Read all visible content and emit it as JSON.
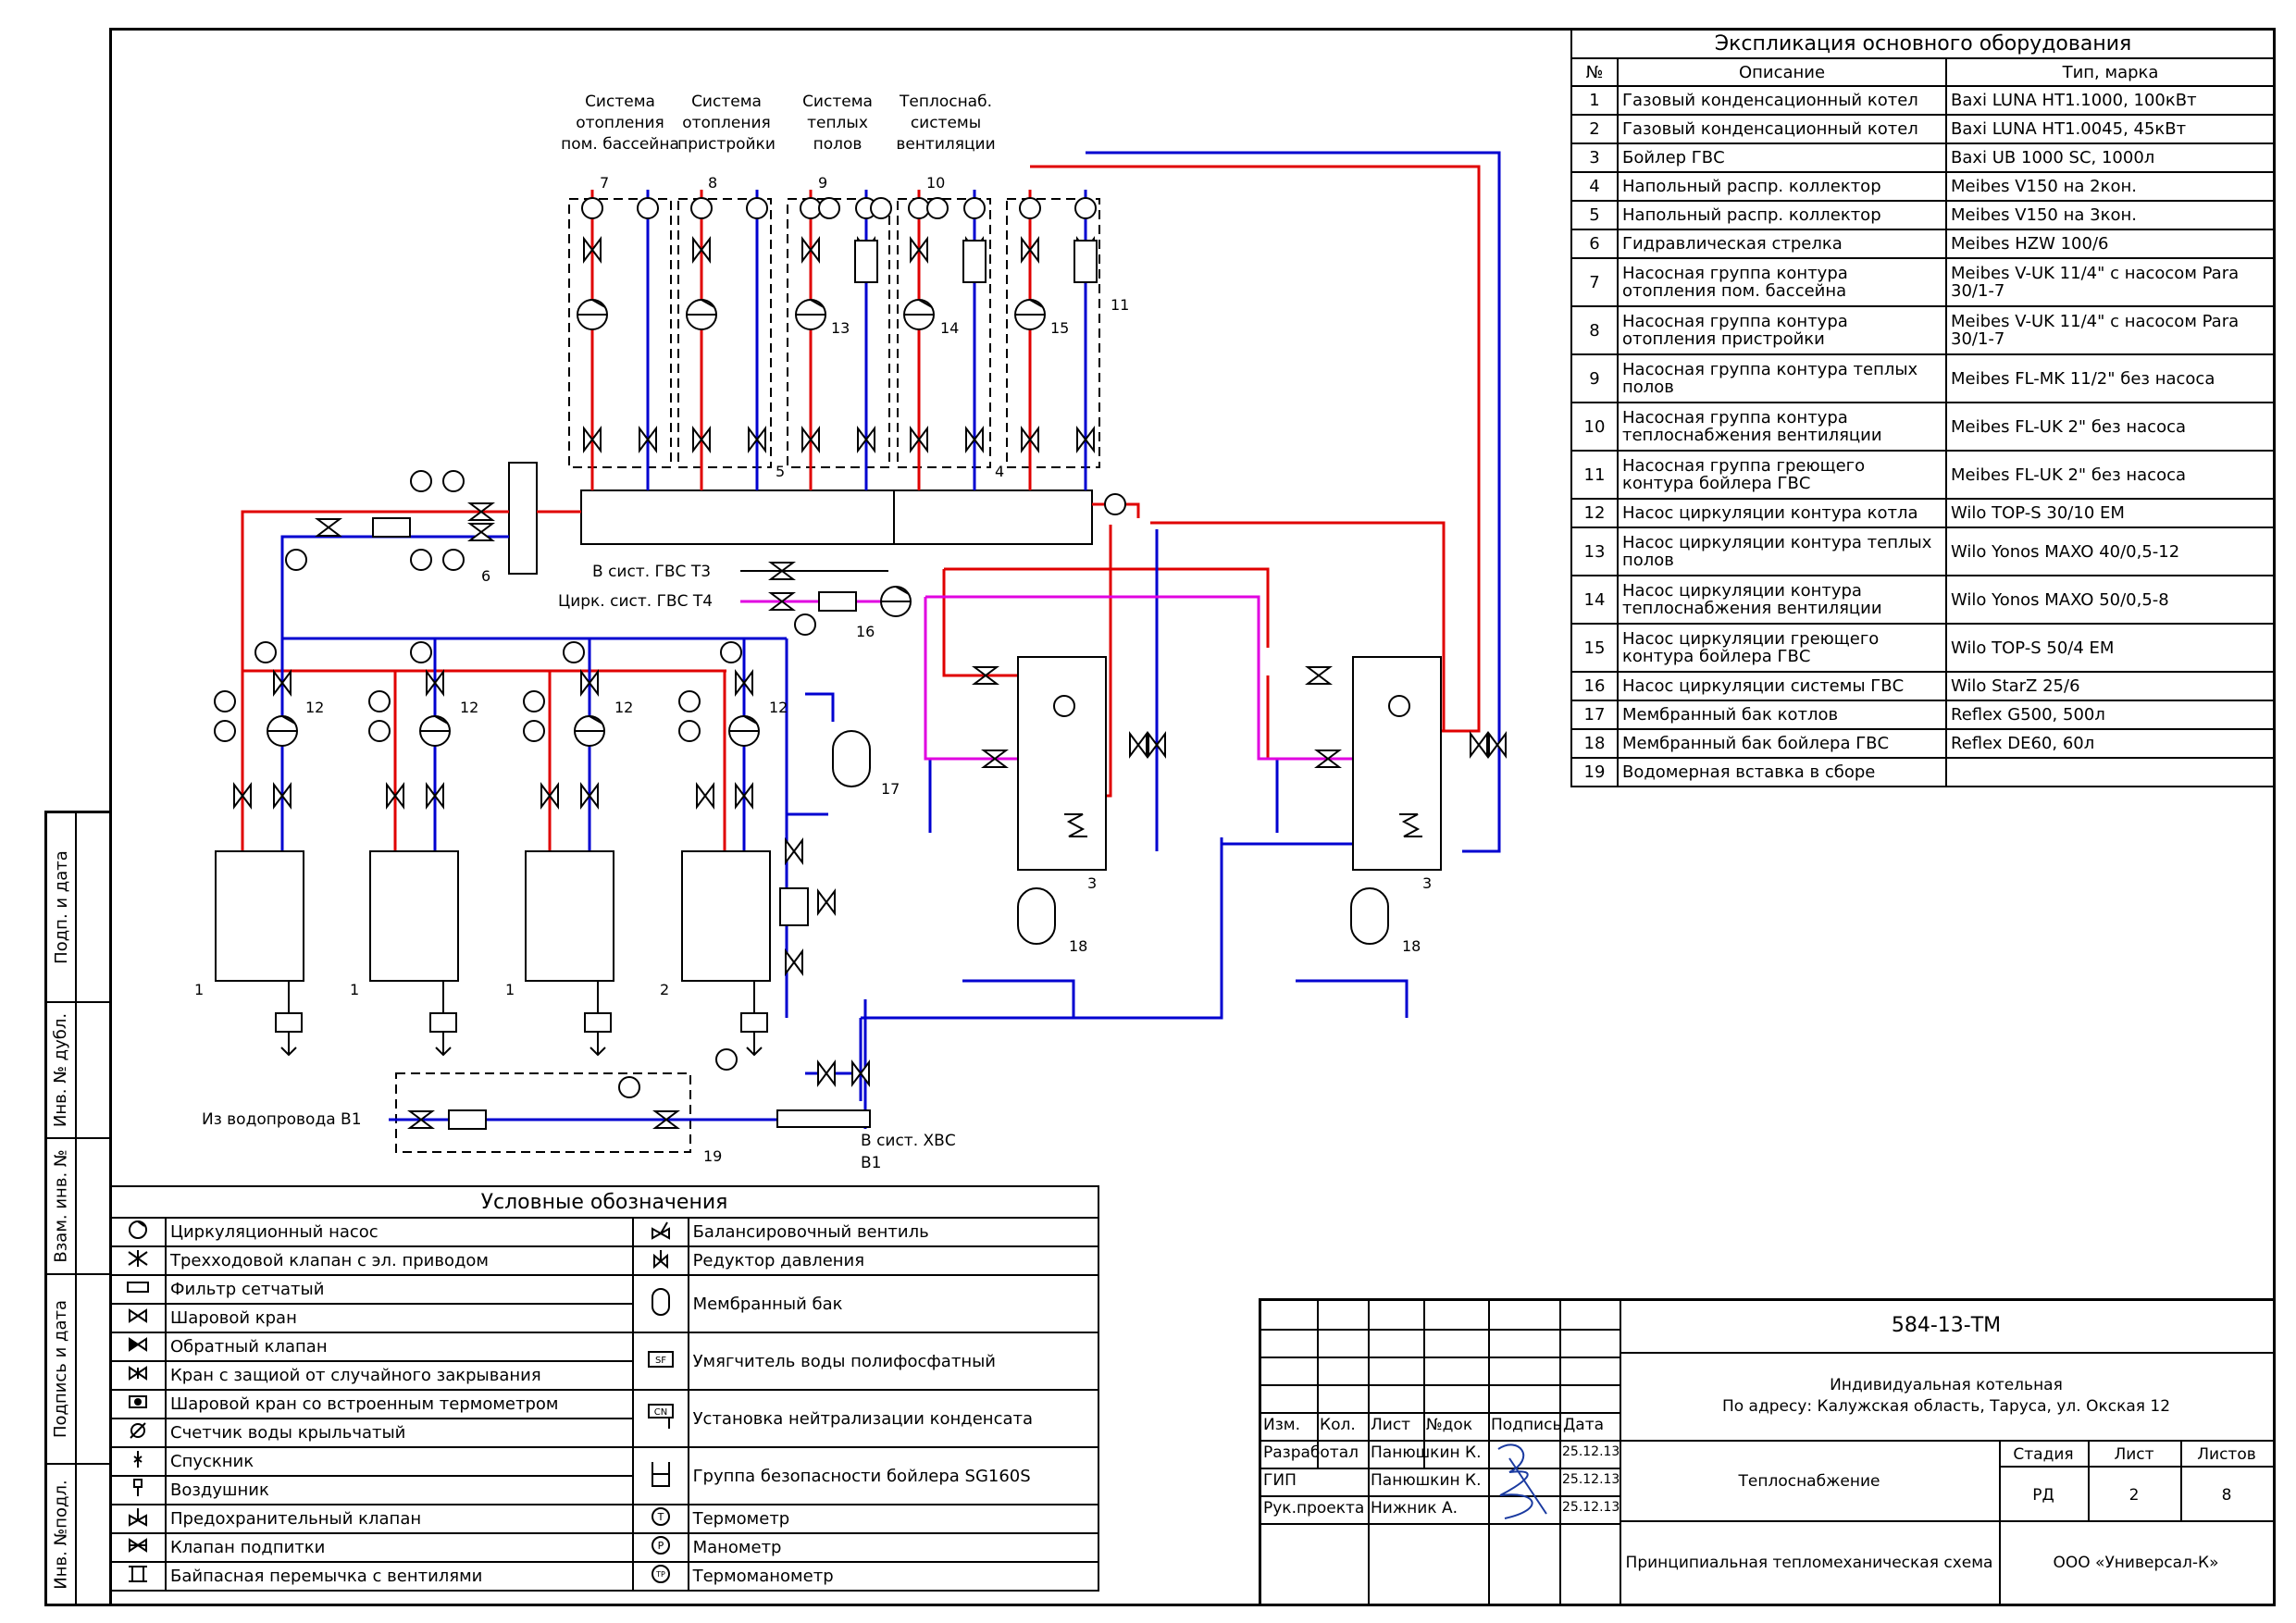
{
  "side_strip": [
    "Подп. и дата",
    "Инв. № дубл.",
    "Взам. инв. №",
    "Подпись и дата",
    "Инв. №подл."
  ],
  "scheme": {
    "systems": [
      {
        "label": [
          "Система",
          "отопления",
          "пом. бассейна"
        ]
      },
      {
        "label": [
          "Система",
          "отопления",
          "пристройки"
        ]
      },
      {
        "label": [
          "Система",
          "теплых",
          "полов"
        ]
      },
      {
        "label": [
          "Теплоснаб.",
          "системы",
          "вентиляции"
        ]
      }
    ],
    "callouts": [
      "1",
      "1",
      "1",
      "2",
      "3",
      "3",
      "4",
      "5",
      "6",
      "7",
      "8",
      "9",
      "10",
      "11",
      "12",
      "12",
      "12",
      "12",
      "13",
      "14",
      "15",
      "16",
      "17",
      "18",
      "18",
      "19"
    ],
    "pipe_labels": {
      "dhw_t3": "В сист. ГВС Т3",
      "dhw_t4": "Цирк. сист. ГВС Т4",
      "water_in": "Из водопровода В1",
      "cold_water": "В сист. ХВС",
      "b1": "В1"
    },
    "symbol_letters": {
      "thermometer": "T",
      "manometer": "P",
      "thermomanometer": "TP",
      "condensate": "CN",
      "softener": "SF"
    },
    "colors": {
      "supply": "#e00000",
      "return": "#0000d0",
      "dhw": "#e000e0",
      "line": "#000000"
    }
  },
  "equipment": {
    "title": "Экспликация основного оборудования",
    "headers": [
      "№",
      "Описание",
      "Тип, марка"
    ],
    "rows": [
      {
        "n": "1",
        "desc": "Газовый конденсационный котел",
        "type": "Baxi LUNA HT1.1000, 100кВт"
      },
      {
        "n": "2",
        "desc": "Газовый конденсационный котел",
        "type": "Baxi LUNA HT1.0045, 45кВт"
      },
      {
        "n": "3",
        "desc": "Бойлер ГВС",
        "type": "Baxi UB 1000 SC, 1000л"
      },
      {
        "n": "4",
        "desc": "Напольный распр. коллектор",
        "type": "Meibes V150 на 2кон."
      },
      {
        "n": "5",
        "desc": "Напольный распр. коллектор",
        "type": "Meibes V150 на 3кон."
      },
      {
        "n": "6",
        "desc": "Гидравлическая стрелка",
        "type": "Meibes HZW 100/6"
      },
      {
        "n": "7",
        "desc": "Насосная группа контура отопления пом. бассейна",
        "type": "Meibes V-UK 11/4\" с насосом Para 30/1-7"
      },
      {
        "n": "8",
        "desc": "Насосная группа контура отопления пристройки",
        "type": "Meibes V-UK 11/4\" с насосом Para 30/1-7"
      },
      {
        "n": "9",
        "desc": "Насосная группа контура теплых полов",
        "type": "Meibes FL-MK 11/2\" без насоса"
      },
      {
        "n": "10",
        "desc": "Насосная группа контура теплоснабжения вентиляции",
        "type": "Meibes FL-UK 2\" без насоса"
      },
      {
        "n": "11",
        "desc": "Насосная группа греющего контура бойлера ГВС",
        "type": "Meibes FL-UK 2\" без насоса"
      },
      {
        "n": "12",
        "desc": "Насос циркуляции контура котла",
        "type": "Wilo TOP-S 30/10 EM"
      },
      {
        "n": "13",
        "desc": "Насос циркуляции контура теплых полов",
        "type": "Wilo Yonos MAXO 40/0,5-12"
      },
      {
        "n": "14",
        "desc": "Насос циркуляции контура теплоснабжения вентиляции",
        "type": "Wilo Yonos MAXO 50/0,5-8"
      },
      {
        "n": "15",
        "desc": "Насос циркуляции греющего контура бойлера ГВС",
        "type": "Wilo TOP-S 50/4 EM"
      },
      {
        "n": "16",
        "desc": "Насос циркуляции системы ГВС",
        "type": "Wilo StarZ 25/6"
      },
      {
        "n": "17",
        "desc": "Мембранный бак котлов",
        "type": "Reflex G500, 500л"
      },
      {
        "n": "18",
        "desc": "Мембранный бак бойлера ГВС",
        "type": "Reflex DE60, 60л"
      },
      {
        "n": "19",
        "desc": "Водомерная вставка в сборе",
        "type": ""
      }
    ]
  },
  "legend": {
    "title": "Условные обозначения",
    "left": [
      {
        "sym": "pump",
        "label": "Циркуляционный насос"
      },
      {
        "sym": "valve3",
        "label": "Трехходовой клапан с эл. приводом"
      },
      {
        "sym": "filter",
        "label": "Фильтр сетчатый"
      },
      {
        "sym": "ball",
        "label": "Шаровой кран"
      },
      {
        "sym": "check",
        "label": "Обратный клапан"
      },
      {
        "sym": "lockball",
        "label": "Кран с защиой от случайного закрывания"
      },
      {
        "sym": "thermoball",
        "label": "Шаровой кран со встроенным термометром"
      },
      {
        "sym": "meter",
        "label": "Счетчик воды крыльчатый"
      },
      {
        "sym": "drain",
        "label": "Спускник"
      },
      {
        "sym": "vent",
        "label": "Воздушник"
      },
      {
        "sym": "relief",
        "label": "Предохранительный клапан"
      },
      {
        "sym": "makeup",
        "label": "Клапан подпитки"
      },
      {
        "sym": "bypass",
        "label": "Байпасная перемычка с вентилями"
      }
    ],
    "right": [
      {
        "sym": "balance",
        "label": "Балансировочный вентиль"
      },
      {
        "sym": "reducer",
        "label": "Редуктор давления"
      },
      {
        "sym": "tank",
        "label": "Мембранный бак"
      },
      {
        "sym": "softener",
        "label": "Умягчитель воды полифосфатный"
      },
      {
        "sym": "cn",
        "label": "Установка нейтрализации конденсата"
      },
      {
        "sym": "safety",
        "label": "Группа безопасности бойлера SG160S"
      },
      {
        "sym": "t",
        "label": "Термометр"
      },
      {
        "sym": "p",
        "label": "Манометр"
      },
      {
        "sym": "tp",
        "label": "Термоманометр"
      }
    ]
  },
  "title_block": {
    "code": "584-13-ТМ",
    "object": "Индивидуальная котельная",
    "address": "По адресу: Калужская область, Таруса, ул. Окская 12",
    "col_headers": [
      "Изм.",
      "Кол.",
      "Лист",
      "№док",
      "Подпись",
      "Дата"
    ],
    "people": [
      {
        "role": "Разработал",
        "name": "Панюшкин К.",
        "date": "25.12.13"
      },
      {
        "role": "ГИП",
        "name": "Панюшкин К.",
        "date": "25.12.13"
      },
      {
        "role": "Рук.проекта",
        "name": "Нижник А.",
        "date": "25.12.13"
      }
    ],
    "section": "Теплоснабжение",
    "stage_hdr": "Стадия",
    "sheet_hdr": "Лист",
    "sheets_hdr": "Листов",
    "stage": "РД",
    "sheet": "2",
    "sheets": "8",
    "drawing": "Принципиальная тепломеханическая схема",
    "company": "ООО «Универсал-К»"
  }
}
